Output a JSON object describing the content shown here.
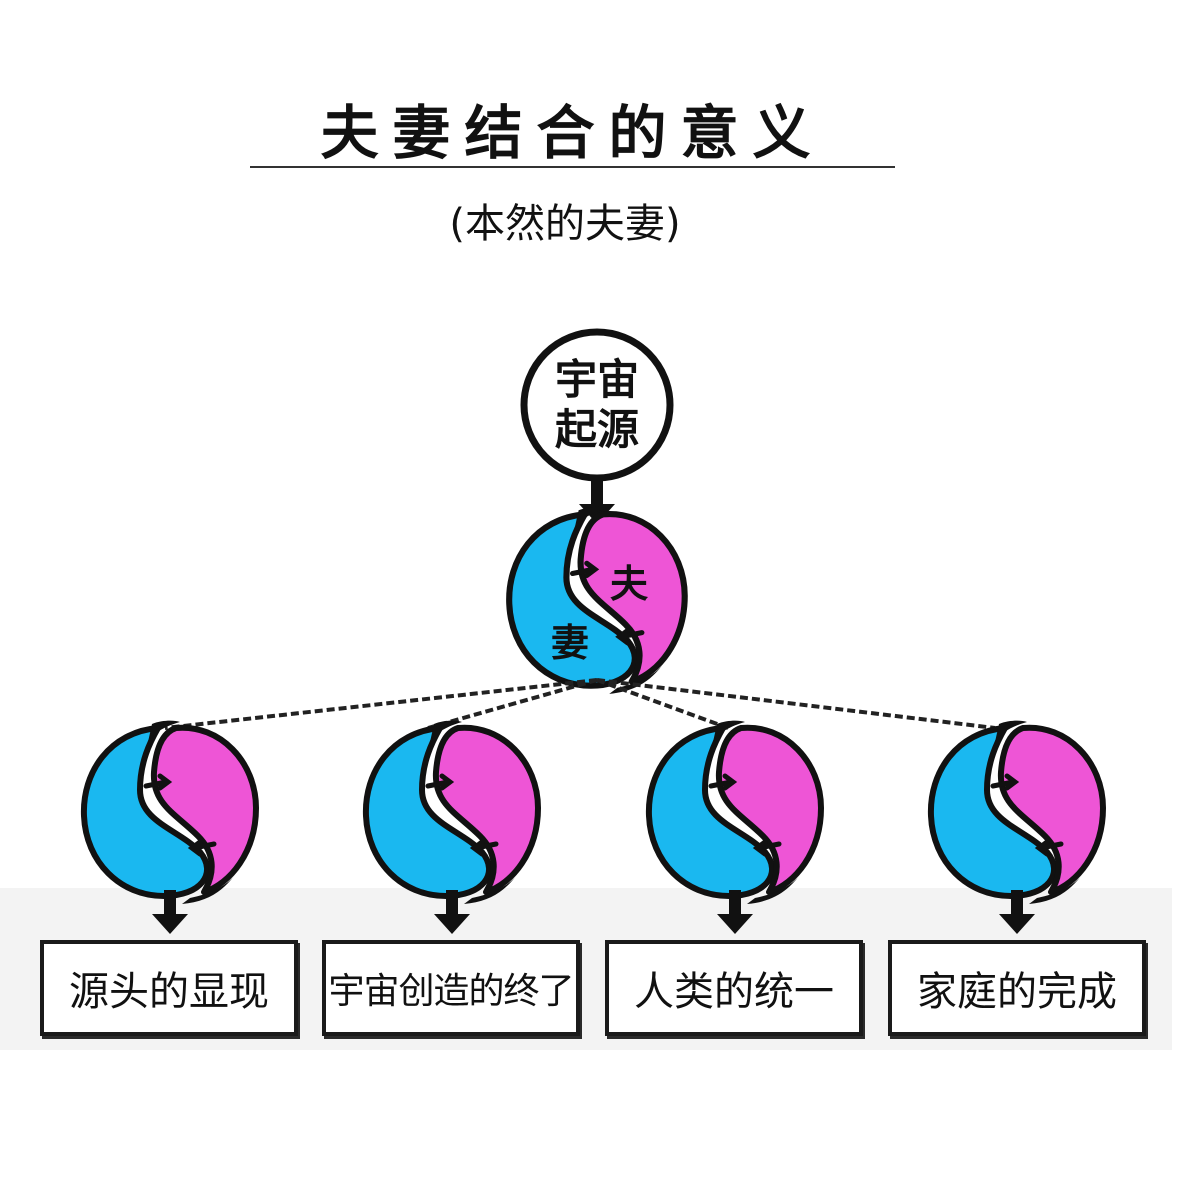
{
  "title": "夫妻结合的意义",
  "subtitle": "(本然的夫妻)",
  "origin": {
    "line1": "宇宙",
    "line2": "起源"
  },
  "center_symbol": {
    "husband_label": "夫",
    "wife_label": "妻"
  },
  "outcomes": [
    {
      "label": "源头的显现"
    },
    {
      "label": "宇宙创造的终了"
    },
    {
      "label": "人类的统一"
    },
    {
      "label": "家庭的完成"
    }
  ],
  "colors": {
    "wife_cyan": "#1ab8f0",
    "husband_magenta": "#ee55d6",
    "outline": "#111111",
    "panel_gray": "#f3f3f3"
  }
}
